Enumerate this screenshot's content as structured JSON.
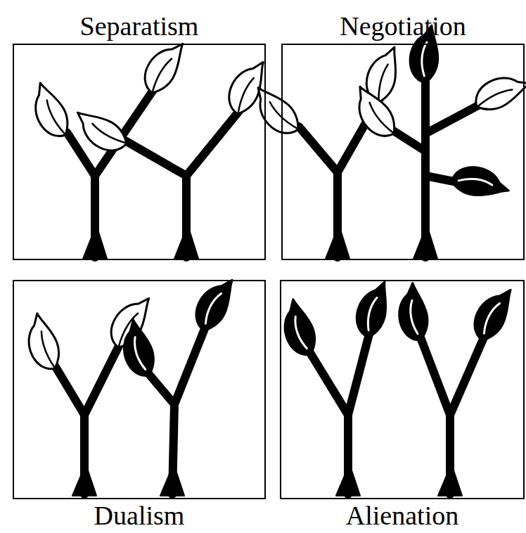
{
  "diagram": {
    "nodes": [
      {
        "text": [
          "Separatism"
        ]
      },
      {
        "text": [
          "Negotiation"
        ]
      },
      {
        "text": [
          "Dualism"
        ]
      },
      {
        "text": [
          "Alienation"
        ]
      }
    ]
  }
}
